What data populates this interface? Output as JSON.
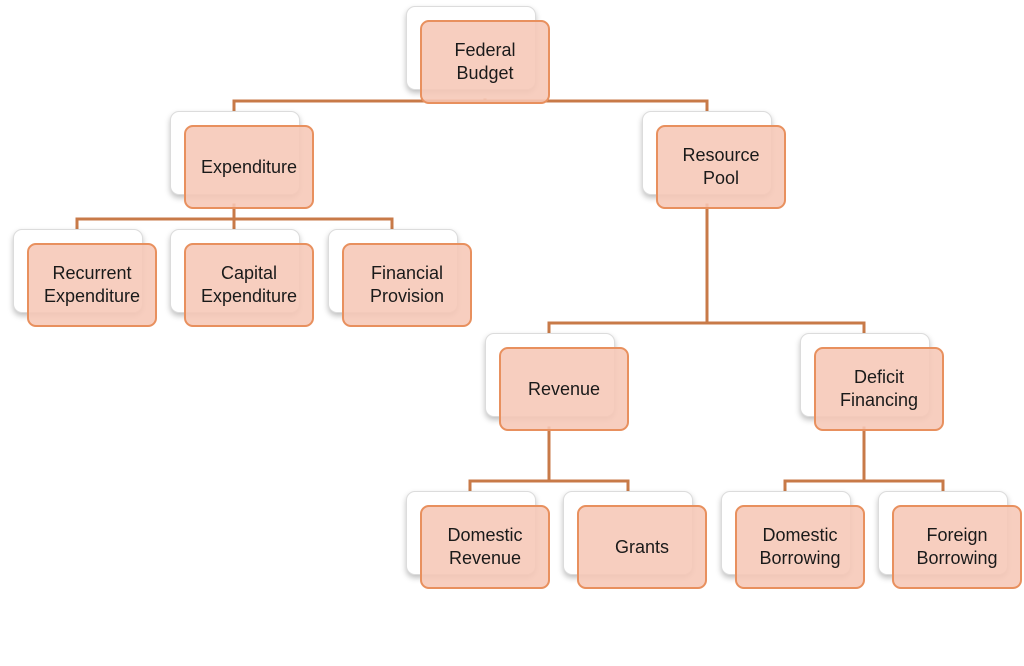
{
  "diagram": {
    "type": "organizational-hierarchy",
    "line_color": "#c87a48",
    "box_fill": "#f6c7b6",
    "box_border": "#e8905e",
    "nodes": {
      "federal_budget": "Federal\nBudget",
      "expenditure": "Expenditure",
      "resource_pool": "Resource\nPool",
      "recurrent_expenditure": "Recurrent\nExpenditure",
      "capital_expenditure": "Capital\nExpenditure",
      "financial_provision": "Financial\nProvision",
      "revenue": "Revenue",
      "deficit_financing": "Deficit\nFinancing",
      "domestic_revenue": "Domestic\nRevenue",
      "grants": "Grants",
      "domestic_borrowing": "Domestic\nBorrowing",
      "foreign_borrowing": "Foreign\nBorrowing"
    },
    "edges": [
      [
        "federal_budget",
        "expenditure"
      ],
      [
        "federal_budget",
        "resource_pool"
      ],
      [
        "expenditure",
        "recurrent_expenditure"
      ],
      [
        "expenditure",
        "capital_expenditure"
      ],
      [
        "expenditure",
        "financial_provision"
      ],
      [
        "resource_pool",
        "revenue"
      ],
      [
        "resource_pool",
        "deficit_financing"
      ],
      [
        "revenue",
        "domestic_revenue"
      ],
      [
        "revenue",
        "grants"
      ],
      [
        "deficit_financing",
        "domestic_borrowing"
      ],
      [
        "deficit_financing",
        "foreign_borrowing"
      ]
    ]
  }
}
